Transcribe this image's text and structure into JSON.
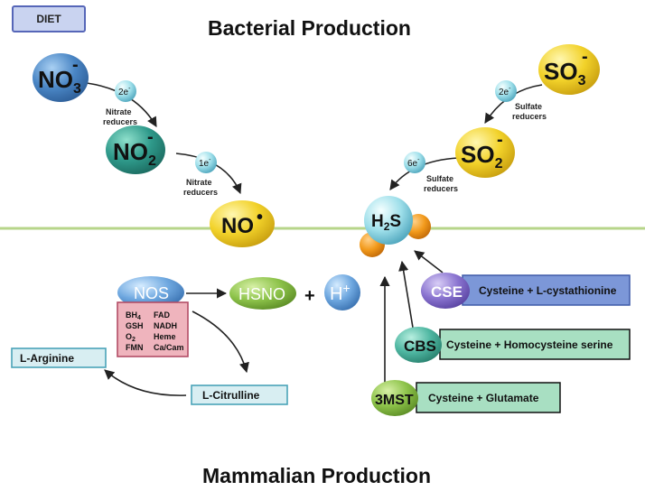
{
  "titles": {
    "bacterial": "Bacterial Production",
    "mammalian": "Mammalian Production"
  },
  "diet": "DIET",
  "ions": {
    "no3": {
      "base": "NO",
      "sub": "3",
      "sup": "-"
    },
    "no2": {
      "base": "NO",
      "sub": "2",
      "sup": "-"
    },
    "no": {
      "base": "NO",
      "sup": "•"
    },
    "so3": {
      "base": "SO",
      "sub": "3",
      "sup": "-"
    },
    "so2": {
      "base": "SO",
      "sub": "2",
      "sup": "-"
    },
    "h2s": {
      "h": "H",
      "sub": "2",
      "s": "S"
    },
    "hsno": "HSNO",
    "hplus": {
      "base": "H",
      "sup": "+"
    },
    "plus_sign": "+"
  },
  "electrons": {
    "e2_left": {
      "n": "2e",
      "sup": "-"
    },
    "e1": {
      "n": "1e",
      "sup": "-"
    },
    "e2_right": {
      "n": "2e",
      "sup": "-"
    },
    "e6": {
      "n": "6e",
      "sup": "-"
    }
  },
  "labels": {
    "nitrate1": [
      "Nitrate",
      "reducers"
    ],
    "nitrate2": [
      "Nitrate",
      "reducers"
    ],
    "sulfate1": [
      "Sulfate",
      "reducers"
    ],
    "sulfate2": [
      "Sulfate",
      "reducers"
    ]
  },
  "enzymes": {
    "nos": "NOS",
    "cse": "CSE",
    "cbs": "CBS",
    "mst": "3MST"
  },
  "cofactors": [
    {
      "base": "BH",
      "sub": "4"
    },
    {
      "base": "FAD"
    },
    {
      "base": "GSH"
    },
    {
      "base": "NADH"
    },
    {
      "base": "O",
      "sub": "2"
    },
    {
      "base": "Heme"
    },
    {
      "base": "FMN"
    },
    {
      "base": "Ca/Cam"
    }
  ],
  "substrates": {
    "cse": "Cysteine + L-cystathionine",
    "cbs": "Cysteine + Homocysteine serine",
    "mst": "Cysteine + Glutamate",
    "arginine": "L-Arginine",
    "citrulline": "L-Citrulline"
  },
  "colors": {
    "blue": "#4a86c5",
    "teal": "#2f9a8b",
    "yellow": "#f2d22a",
    "green_enz": "#8dc34a",
    "purple": "#8a74d0",
    "ball": "#8fd6e6",
    "line": "#b7d58a"
  }
}
